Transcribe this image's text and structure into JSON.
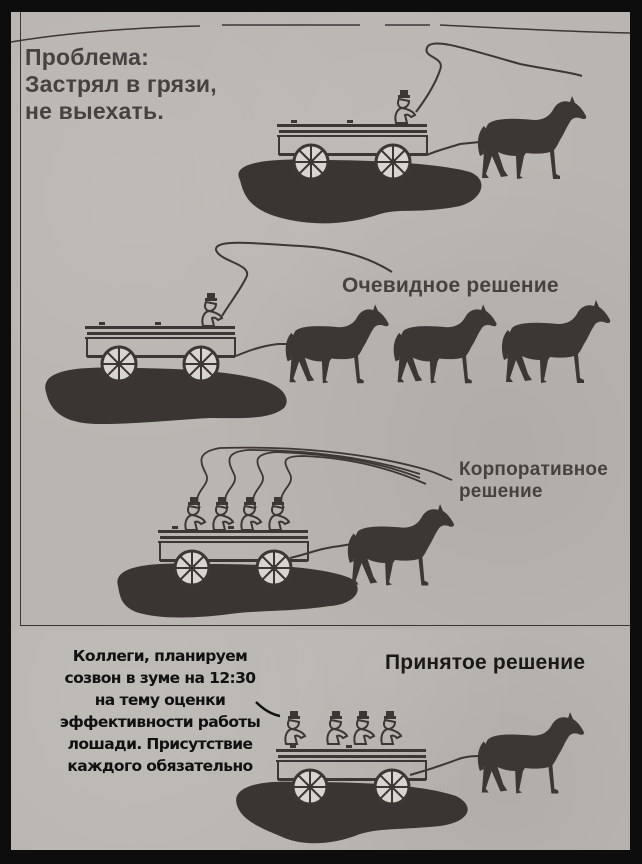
{
  "panels": [
    {
      "id": "problem",
      "label_lines": [
        "Проблема:",
        "Застрял в грязи,",
        "не выехать."
      ],
      "drivers": 1,
      "horses": 1
    },
    {
      "id": "obvious",
      "label": "Очевидное решение",
      "drivers": 1,
      "horses": 3
    },
    {
      "id": "corporate",
      "label_lines": [
        "Корпоративное",
        "решение"
      ],
      "drivers": 4,
      "horses": 1
    },
    {
      "id": "adopted",
      "label": "Принятое решение",
      "speech_lines": [
        "Коллеги, планируем",
        "созвон в зуме на 12:30",
        "на тему оценки",
        "эффективности работы",
        "лошади. Присутствие",
        "каждого обязательно"
      ],
      "drivers": 4,
      "horses": 1
    }
  ],
  "colors": {
    "paper": "#b9b5b0",
    "ink": "#3c3634",
    "mud": "#3a3433",
    "frame": "#0d0d0d"
  }
}
